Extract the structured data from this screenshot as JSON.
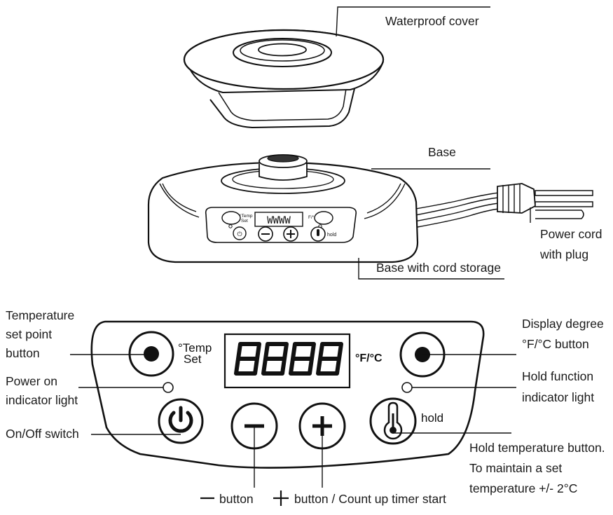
{
  "labels": {
    "waterproof_cover": "Waterproof cover",
    "base": "Base",
    "power_cord_line1": "Power cord",
    "power_cord_line2": "with plug",
    "base_cord_storage": "Base with cord storage",
    "temp_set_line1": "Temperature",
    "temp_set_line2": "set point",
    "temp_set_line3": "button",
    "power_light_line1": "Power on",
    "power_light_line2": "indicator light",
    "onoff_switch": "On/Off switch",
    "display_degree_line1": "Display degree",
    "display_degree_line2": "°F/°C button",
    "hold_light_line1": "Hold function",
    "hold_light_line2": "indicator light",
    "hold_button_line1": "Hold temperature button.",
    "hold_button_line2": "To maintain a set",
    "hold_button_line3": "temperature +/- 2°C",
    "minus_button": "button",
    "plus_button": "button / Count up timer start"
  },
  "panel": {
    "temp_label_1": "°Temp",
    "temp_label_2": "Set",
    "fc_label": "°F/°C",
    "hold_label": "hold"
  },
  "small_panel": {
    "display_text": "WWWW",
    "temp_label_1": "°Temp",
    "temp_label_2": "Set",
    "fc_label": "F/°C",
    "hold_label": "hold"
  }
}
